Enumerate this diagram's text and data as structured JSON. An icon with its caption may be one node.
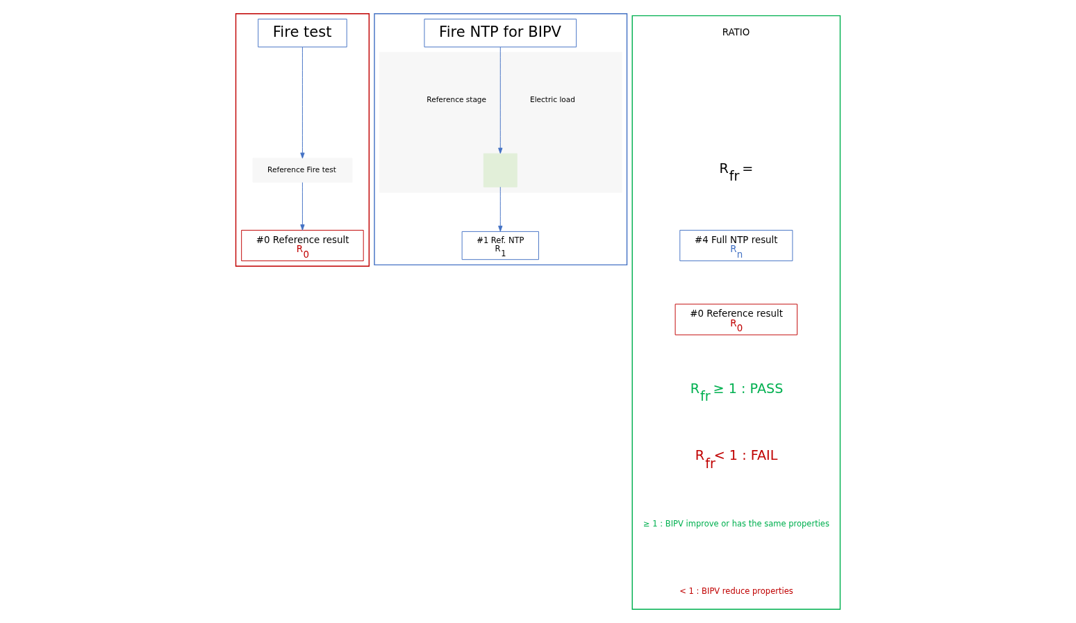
{
  "diagram": {
    "nodes": [
      {
        "text": [],
        "shape": "box"
      },
      {
        "text": [
          "Fire test"
        ],
        "in": 0
      },
      {
        "text": [
          "Reference Fire test"
        ],
        "in": 0
      },
      {
        "text": [
          "#0 Reference result",
          "R$_{0}$"
        ],
        "in": 0
      },
      {
        "text": [],
        "shape": "box"
      },
      {
        "text": [
          "Fire NTP for BIPV"
        ],
        "in": 4
      },
      {
        "text": [
          "Reference stage",
          "Electric load"
        ],
        "in": 4
      },
      {
        "text": [],
        "shape": "box",
        "in": 6
      },
      {
        "text": [
          "#1 Ref. NTP",
          "R$_{1}$"
        ],
        "in": 4
      },
      {
        "text": [],
        "shape": "box"
      },
      {
        "text": [
          "#4 Full NTP result",
          "R$_{n}$"
        ],
        "in": 9
      },
      {
        "text": [
          "#0 Reference result",
          "R$_{0}$"
        ],
        "in": 9
      }
    ],
    "edges": [
      {
        "from": 1,
        "to": 2,
        "arrow": "to"
      },
      {
        "from": 2,
        "to": 3,
        "arrow": "to"
      },
      {
        "from": 5,
        "to": 7,
        "arrow": "to"
      },
      {
        "from": 7,
        "to": 8,
        "arrow": "to"
      }
    ],
    "labels": [
      "RATIO",
      "R$_{fr}$ =",
      "R$_{fr}$ ≥ 1 : PASS",
      "R$_{fr}$< 1 : FAIL",
      "≥ 1 : BIPV improve or has the same properties",
      "< 1 : BIPV reduce properties"
    ]
  }
}
